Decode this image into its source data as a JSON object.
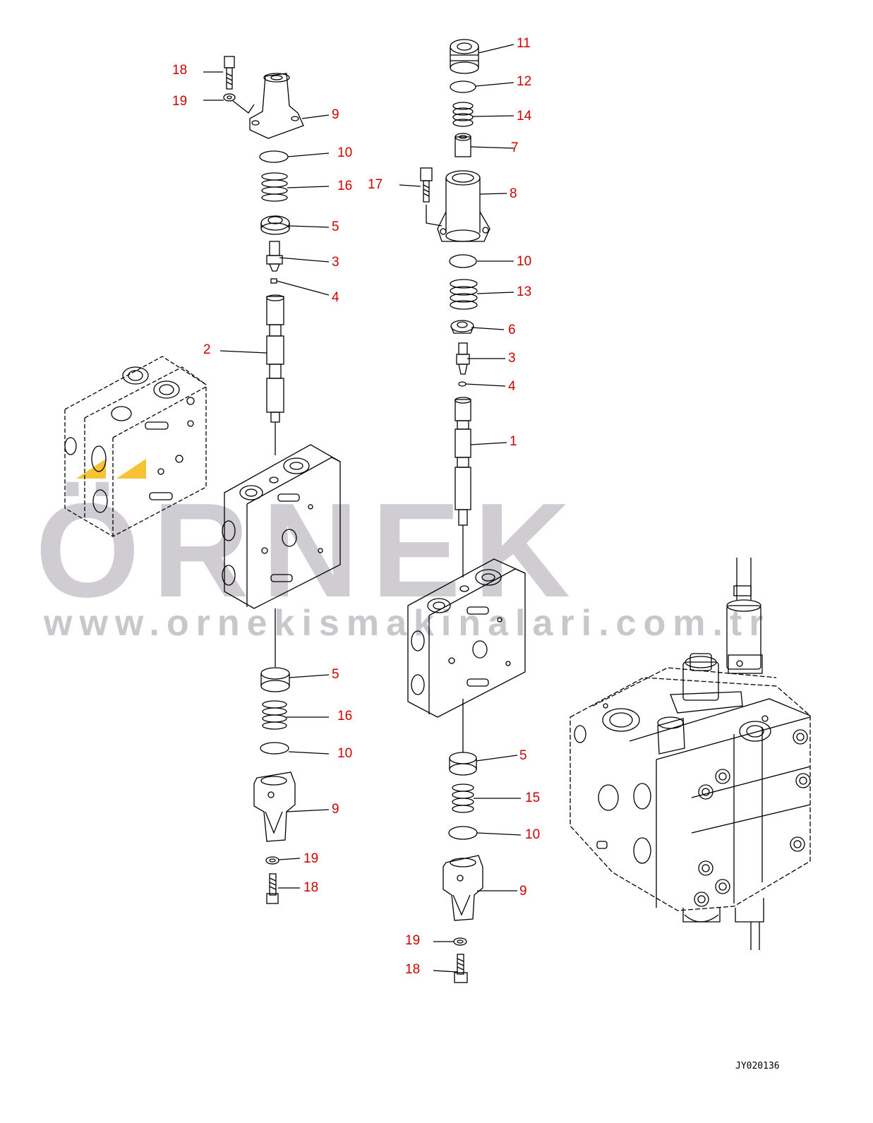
{
  "colors": {
    "line": "#000000",
    "callout": "#cc0000",
    "watermark": "#c9c6cc",
    "accent": "#f2b400"
  },
  "watermark": {
    "brand": "ÖRNEK",
    "url": "www.ornekismakinalari.com.tr"
  },
  "drawing_code": "JY020136",
  "callouts": {
    "left": [
      "18",
      "19",
      "9",
      "10",
      "16",
      "5",
      "3",
      "4",
      "2",
      "5",
      "16",
      "10",
      "9",
      "19",
      "18"
    ],
    "right": [
      "11",
      "12",
      "14",
      "7",
      "17",
      "8",
      "10",
      "13",
      "6",
      "3",
      "4",
      "1",
      "5",
      "15",
      "10",
      "9",
      "19",
      "18"
    ]
  }
}
